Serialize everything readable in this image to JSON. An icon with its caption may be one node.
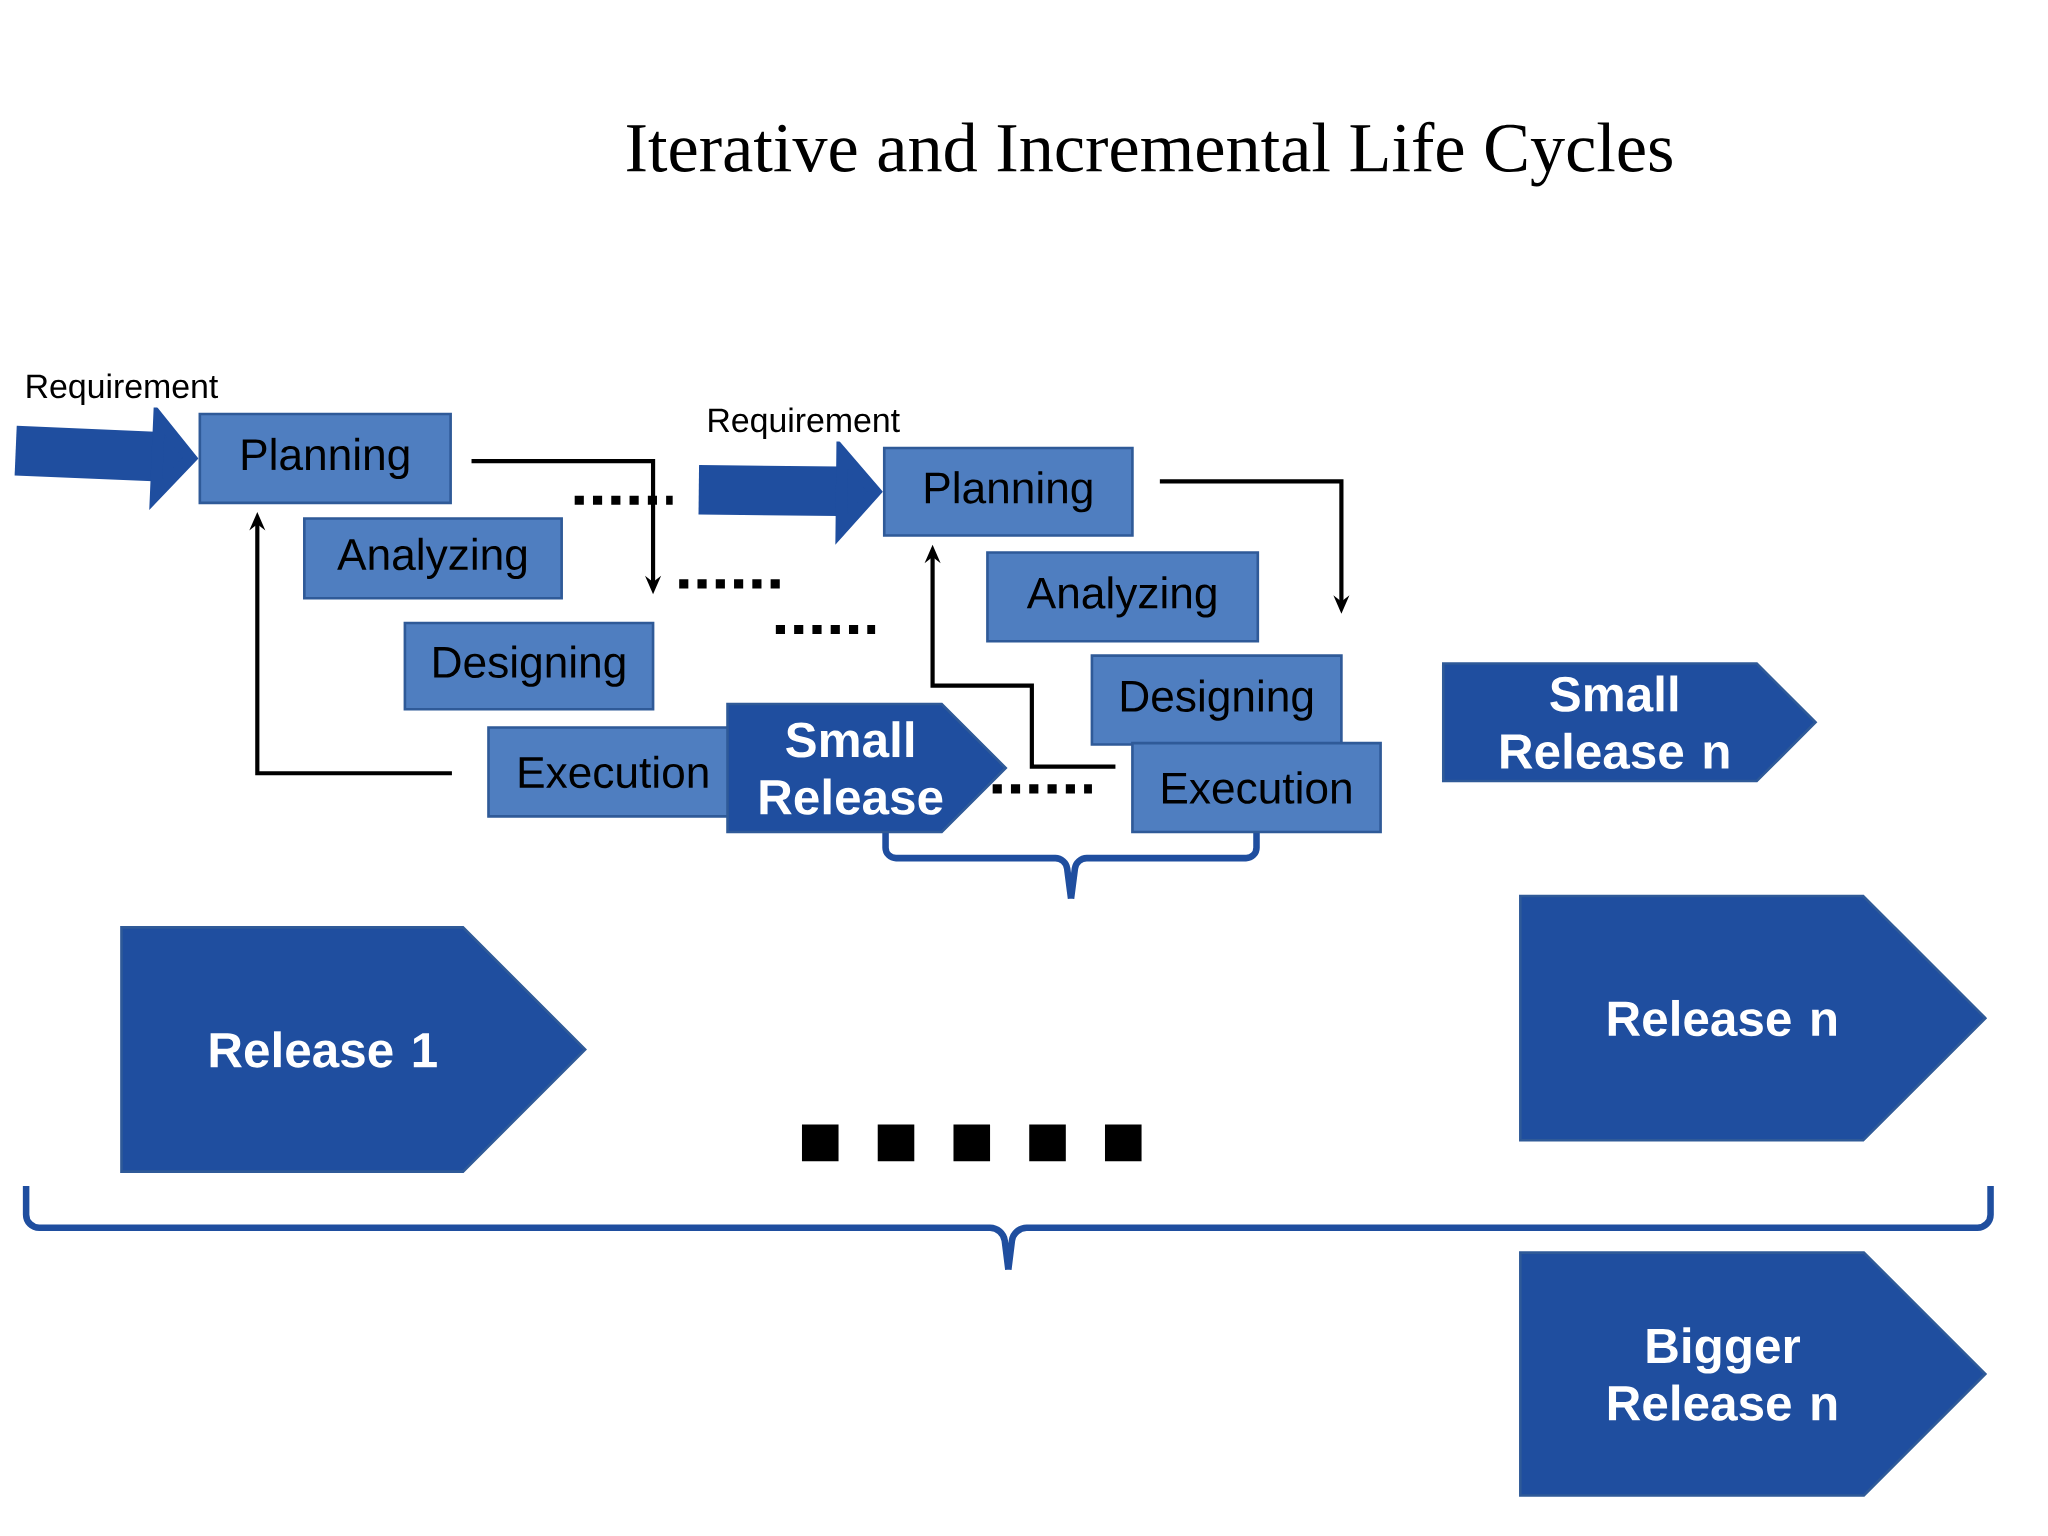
{
  "diagram": {
    "title": "Iterative and Incremental Life Cycles",
    "nodes": [
      {
        "text": [
          "Planning"
        ]
      },
      {
        "text": [
          "Analyzing"
        ]
      },
      {
        "text": [
          "Designing"
        ]
      },
      {
        "text": [
          "Execution"
        ]
      },
      {
        "text": [
          "Small Release"
        ]
      },
      {
        "text": [
          "Planning"
        ]
      },
      {
        "text": [
          "Analyzing"
        ]
      },
      {
        "text": [
          "Designing"
        ]
      },
      {
        "text": [
          "Execution"
        ]
      },
      {
        "text": [
          "Small Release n"
        ]
      },
      {
        "text": [
          "Release 1"
        ]
      },
      {
        "text": [
          "Release n"
        ]
      },
      {
        "text": [
          "Bigger Release n"
        ]
      }
    ],
    "edges": [
      {
        "from": null,
        "to": 0,
        "arrow": "to",
        "label": "Requirement",
        "style": "thick",
        "color": "#1f4e9f"
      },
      {
        "from": 0,
        "to": null,
        "arrow": "to"
      },
      {
        "from": 3,
        "to": 0,
        "arrow": "to"
      },
      {
        "from": null,
        "to": 5,
        "arrow": "to",
        "label": "Requirement",
        "style": "thick",
        "color": "#1f4e9f"
      },
      {
        "from": 5,
        "to": null,
        "arrow": "to"
      },
      {
        "from": 8,
        "to": 5,
        "arrow": "to"
      }
    ]
  }
}
